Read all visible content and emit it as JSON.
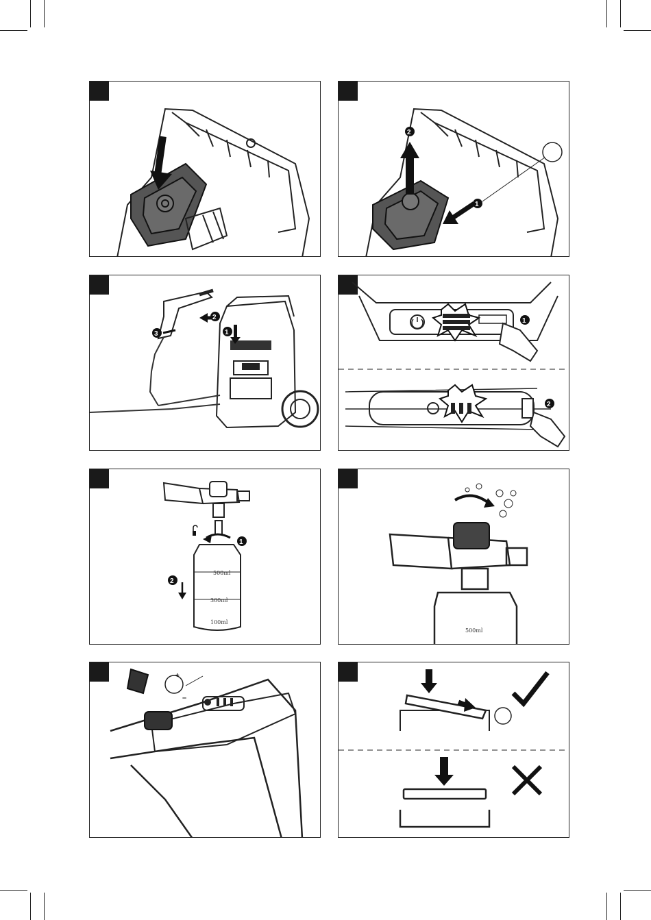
{
  "panels": [
    {
      "id": 1,
      "step": "insert-battery"
    },
    {
      "id": 2,
      "step": "remove-battery",
      "callouts": [
        "1",
        "2"
      ]
    },
    {
      "id": 3,
      "step": "connect-gun",
      "callouts": [
        "1",
        "2",
        "3"
      ]
    },
    {
      "id": 4,
      "step": "power-on",
      "callouts": [
        "1",
        "2"
      ]
    },
    {
      "id": 5,
      "step": "attach-foam-bottle",
      "callouts": [
        "1",
        "2"
      ],
      "bottle_marks": [
        "500ml",
        "300ml",
        "100ml"
      ]
    },
    {
      "id": 6,
      "step": "adjust-foam"
    },
    {
      "id": 7,
      "step": "adjust-pressure",
      "symbols": [
        "+",
        "–"
      ]
    },
    {
      "id": 8,
      "step": "lid-placement",
      "results": [
        "correct",
        "incorrect"
      ]
    }
  ],
  "colors": {
    "line": "#222222",
    "dark": "#1a1a1a",
    "battery": "#555555"
  }
}
